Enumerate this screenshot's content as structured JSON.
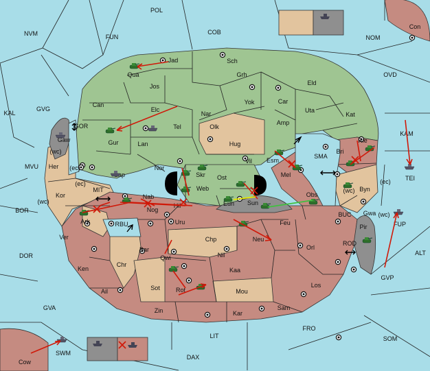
{
  "colors": {
    "sea": "#a8dde8",
    "green": "#9fc592",
    "tan": "#e2c49e",
    "rose": "#c58b81",
    "grey": "#8f8f8f",
    "order": "#d01808",
    "support_yellow": "#e8e800",
    "support_green": "#40c040"
  },
  "labels": {
    "POL": "POL",
    "NVM": "NVM",
    "FUN": "FUN",
    "COB": "COB",
    "NOM": "NOM",
    "Con": "Con",
    "OVD": "OVD",
    "KAL": "KAL",
    "GVG": "GVG",
    "GOR": "GOR",
    "Gaw": "Gaw",
    "MVU": "MVU",
    "KAM": "KAM",
    "TEI": "TEI",
    "BOR": "BOR",
    "MIT": "MIT",
    "RBU": "RBU",
    "DOR": "DOR",
    "BUC": "BUC",
    "ROD": "ROD",
    "ALT": "ALT",
    "GVP": "GVP",
    "FUP": "FUP",
    "GVA": "GVA",
    "FRO": "FRO",
    "SOM": "SOM",
    "LIT": "LIT",
    "DAX": "DAX",
    "SWM": "SWM",
    "Cow": "Cow",
    "Aba": "Aba",
    "Orn": "Orn",
    "Elf": "Elf",
    "Hel": "Hel",
    "Jad": "Jad",
    "Sch": "Sch",
    "Qua": "Qua",
    "Jos": "Jos",
    "Grh": "Grh",
    "Eld": "Eld",
    "Can": "Can",
    "Yok": "Yok",
    "Car": "Car",
    "Uta": "Uta",
    "Elc": "Elc",
    "Nar": "Nar",
    "Kat": "Kat",
    "Amp": "Amp",
    "Olk": "Olk",
    "Tel": "Tel",
    "Gur": "Gur",
    "Lan": "Lan",
    "Hug": "Hug",
    "Rie": "Rie",
    "Bri": "Bri",
    "Esm": "Esm",
    "SMA": "SMA",
    "Mel": "Mel",
    "Nor": "Nor",
    "Skr": "Skr",
    "Vil": "Vil",
    "Sap": "Sap",
    "Her": "Her",
    "Ost": "Ost",
    "Web": "Web",
    "Byn": "Byn",
    "Kor": "Kor",
    "Nab": "Nab",
    "Eun": "Eun",
    "Sun": "Sun",
    "Obs": "Obs",
    "Hil": "Hil",
    "Nog": "Nog",
    "Ark": "Ark",
    "Uru": "Uru",
    "Feu": "Feu",
    "Gwa": "Gwa",
    "Pir": "Pir",
    "Chp": "Chp",
    "Neu": "Neu",
    "Ver": "Ver",
    "Bar": "Bar",
    "Nil": "Nil",
    "Orl": "Orl",
    "Qwi": "Qwi",
    "Ken": "Ken",
    "Chr": "Chr",
    "Kaa": "Kaa",
    "Ail": "Ail",
    "Sot": "Sot",
    "Rot": "Rot",
    "Mou": "Mou",
    "Los": "Los",
    "Zin": "Zin",
    "Kar": "Kar",
    "Sam": "Sam",
    "wc": "(wc)",
    "ec": "(ec)"
  }
}
